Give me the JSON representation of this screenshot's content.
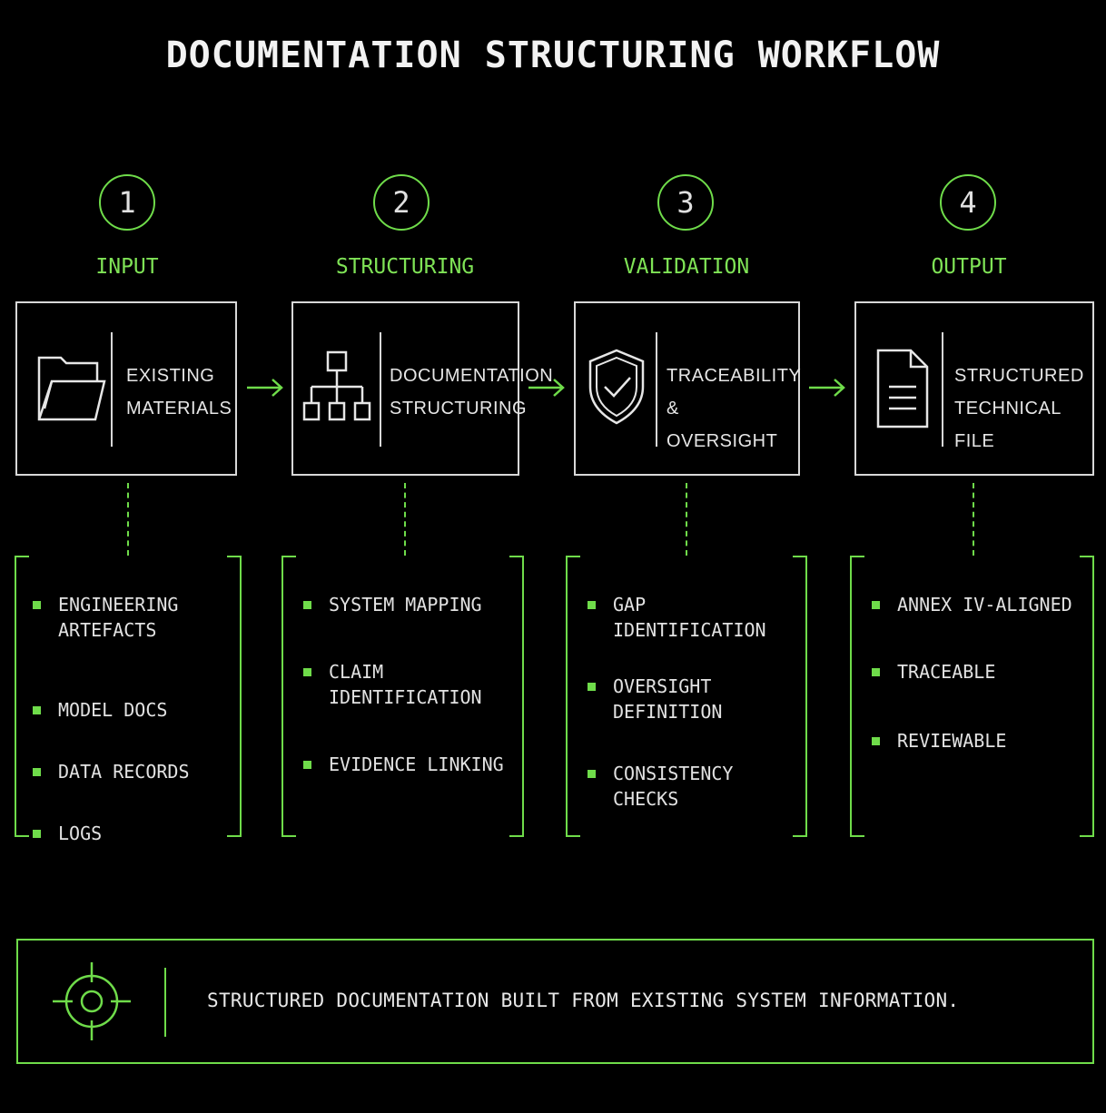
{
  "title": "DOCUMENTATION STRUCTURING WORKFLOW",
  "accent_color": "#6fdc4a",
  "steps": [
    {
      "number": "1",
      "stage": "INPUT",
      "icon": "folder-icon",
      "box_label": [
        "EXISTING",
        "MATERIALS"
      ],
      "items": [
        "ENGINEERING\nARTEFACTS",
        "MODEL DOCS",
        "DATA RECORDS",
        "LOGS"
      ]
    },
    {
      "number": "2",
      "stage": "STRUCTURING",
      "icon": "hierarchy-icon",
      "box_label": [
        "DOCUMENTATION",
        "STRUCTURING"
      ],
      "items": [
        "SYSTEM MAPPING",
        "CLAIM\nIDENTIFICATION",
        "EVIDENCE LINKING"
      ]
    },
    {
      "number": "3",
      "stage": "VALIDATION",
      "icon": "shield-check-icon",
      "box_label": [
        "TRACEABILITY &",
        "OVERSIGHT"
      ],
      "items": [
        "GAP\nIDENTIFICATION",
        "OVERSIGHT\nDEFINITION",
        "CONSISTENCY\nCHECKS"
      ]
    },
    {
      "number": "4",
      "stage": "OUTPUT",
      "icon": "document-icon",
      "box_label": [
        "STRUCTURED",
        "TECHNICAL FILE"
      ],
      "items": [
        "ANNEX IV-ALIGNED",
        "TRACEABLE",
        "REVIEWABLE"
      ]
    }
  ],
  "footer": {
    "icon": "target-icon",
    "text": "STRUCTURED DOCUMENTATION BUILT FROM EXISTING SYSTEM INFORMATION."
  }
}
